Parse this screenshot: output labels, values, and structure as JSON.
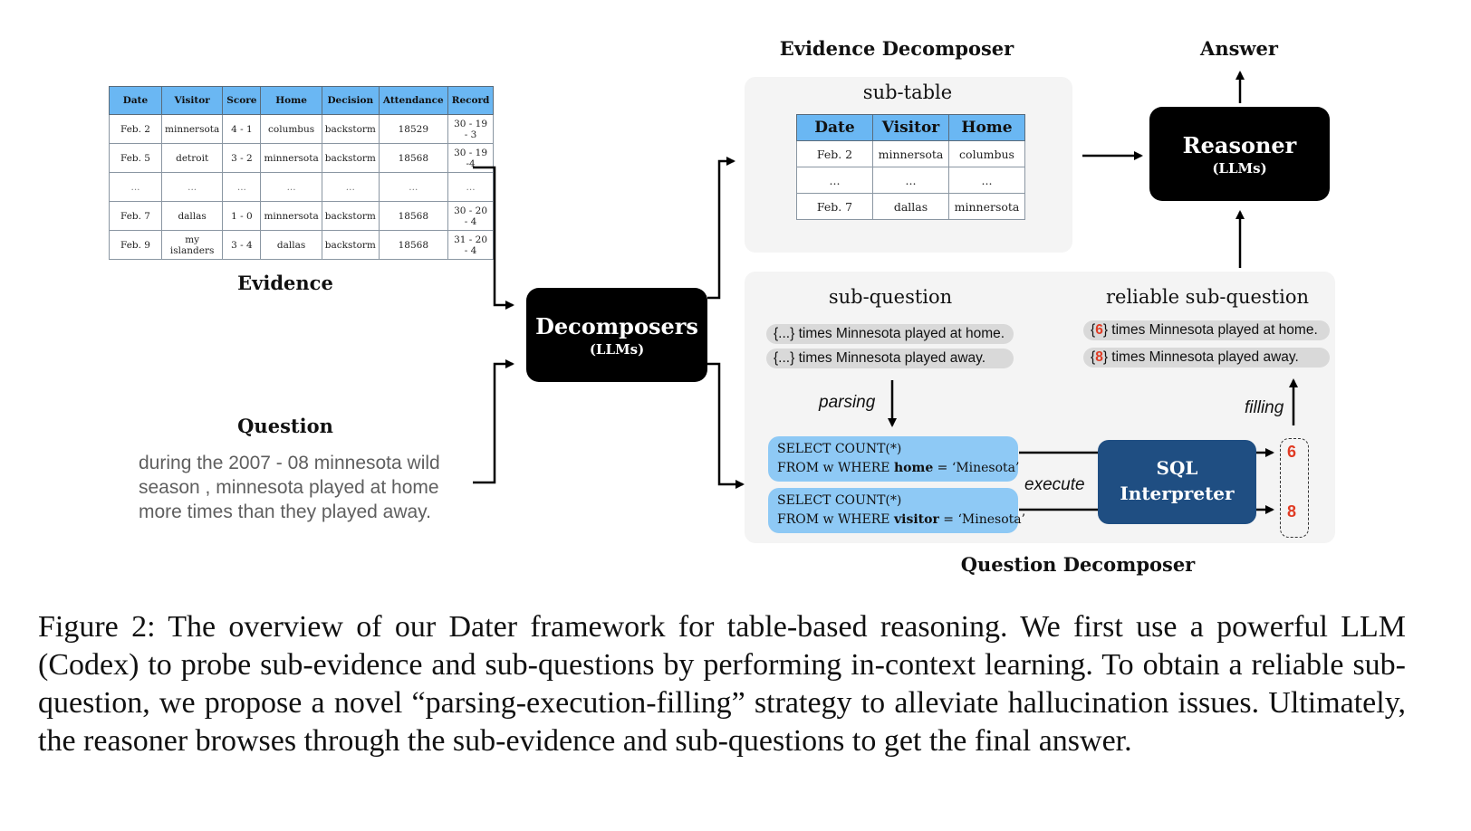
{
  "evidence": {
    "label": "Evidence",
    "table": {
      "headers": [
        "Date",
        "Visitor",
        "Score",
        "Home",
        "Decision",
        "Attendance",
        "Record"
      ],
      "rows": [
        [
          "Feb. 2",
          "minnersota",
          "4 - 1",
          "columbus",
          "backstorm",
          "18529",
          "30 - 19 - 3"
        ],
        [
          "Feb. 5",
          "detroit",
          "3 - 2",
          "minnersota",
          "backstorm",
          "18568",
          "30 - 19 -4"
        ],
        [
          "...",
          "...",
          "...",
          "...",
          "...",
          "...",
          "..."
        ],
        [
          "Feb. 7",
          "dallas",
          "1 - 0",
          "minnersota",
          "backstorm",
          "18568",
          "30 - 20 - 4"
        ],
        [
          "Feb. 9",
          "my islanders",
          "3 - 4",
          "dallas",
          "backstorm",
          "18568",
          "31 - 20 - 4"
        ]
      ]
    }
  },
  "question": {
    "label": "Question",
    "text": "during the 2007 - 08 minnesota wild season , minnesota played at home more times than they played away."
  },
  "decomposers": {
    "title": "Decomposers",
    "subtitle": "(LLMs)"
  },
  "evidence_decomposer": {
    "label": "Evidence Decomposer",
    "subtable_label": "sub-table",
    "subtable": {
      "headers": [
        "Date",
        "Visitor",
        "Home"
      ],
      "rows": [
        [
          "Feb. 2",
          "minnersota",
          "columbus"
        ],
        [
          "...",
          "...",
          "..."
        ],
        [
          "Feb. 7",
          "dallas",
          "minnersota"
        ]
      ]
    }
  },
  "reasoner": {
    "title": "Reasoner",
    "subtitle": "(LLMs)"
  },
  "answer": {
    "label": "Answer"
  },
  "question_decomposer": {
    "label": "Question Decomposer",
    "sub_question_label": "sub-question",
    "sub_questions": [
      {
        "placeholder": "{...}",
        "text": " times Minnesota played at home."
      },
      {
        "placeholder": "{...}",
        "text": " times Minnesota  played away."
      }
    ],
    "reliable_label": "reliable sub-question",
    "reliable_sub_questions": [
      {
        "open": "{",
        "value": "6",
        "close": "}",
        "text": " times Minnesota played at home."
      },
      {
        "open": "{",
        "value": "8",
        "close": "}",
        "text": " times Minnesota  played away."
      }
    ],
    "parsing_label": "parsing",
    "execute_label": "execute",
    "filling_label": "filling",
    "sql_queries": [
      {
        "line1": "SELECT COUNT(*)",
        "line2_prefix": "FROM w WHERE ",
        "column": "home",
        "line2_suffix": " = ‘Minesota’"
      },
      {
        "line1": "SELECT COUNT(*)",
        "line2_prefix": "FROM w WHERE ",
        "column": "visitor",
        "line2_suffix": " = ‘Minesota’"
      }
    ],
    "interpreter": {
      "line1": "SQL",
      "line2": "Interpreter"
    },
    "results": [
      "6",
      "8"
    ]
  },
  "caption": "Figure 2: The overview of our Dater framework for table-based reasoning. We first use a powerful LLM (Codex) to probe sub-evidence and sub-questions by performing in-context learning.  To obtain a reliable sub-question, we propose a novel “parsing-execution-filling” strategy to alleviate hallucination issues. Ultimately, the reasoner browses through the sub-evidence and sub-questions to get the final answer.",
  "colors": {
    "table_header": "#6ab7f3",
    "sql_box": "#8ec9f5",
    "interpreter": "#1f4e82",
    "highlight": "#e03b24",
    "panel": "#f4f4f4",
    "pill": "#d9d9d9"
  }
}
